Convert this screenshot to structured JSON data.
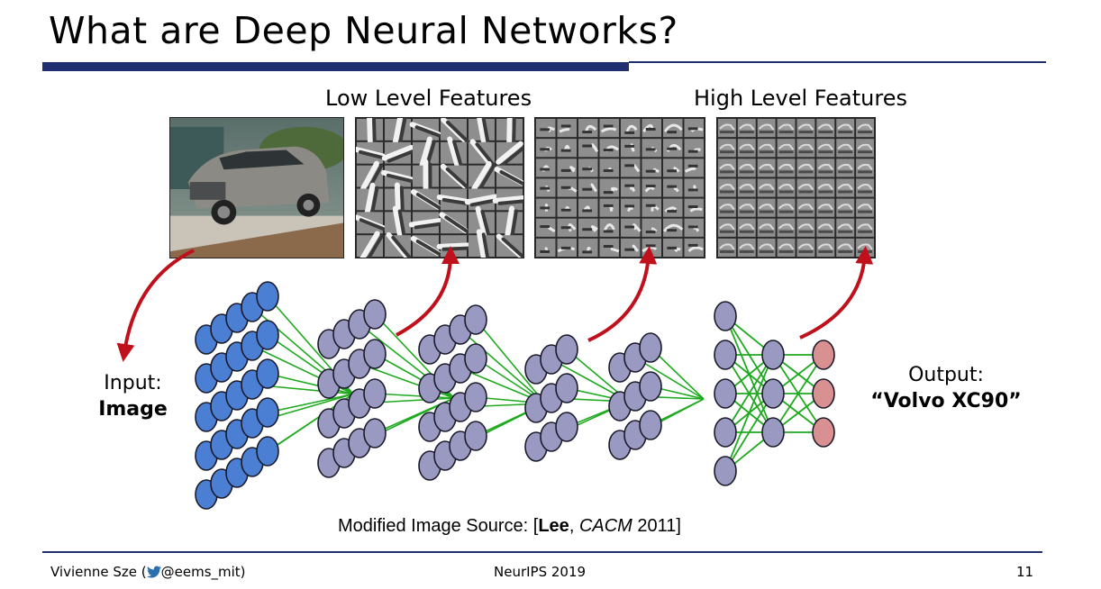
{
  "slide": {
    "title": "What are Deep Neural Networks?",
    "low_label": "Low Level Features",
    "high_label": "High Level Features",
    "input_line1": "Input:",
    "input_line2": "Image",
    "output_line1": "Output:",
    "output_line2": "“Volvo XC90”",
    "source_prefix": "Modified Image Source: [",
    "source_author": "Lee",
    "source_sep": ", ",
    "source_venue": "CACM",
    "source_suffix": " 2011]"
  },
  "footer": {
    "author_prefix": "Vivienne Sze (",
    "handle": "@eems_mit)",
    "event": "NeurIPS 2019",
    "page_number": "11"
  },
  "colors": {
    "accent": "#1f2f70",
    "input_node": "#4a7fd4",
    "hidden_node": "#9a99c2",
    "output_node": "#d99090",
    "edge": "#1faa1f",
    "arrow": "#c0101c"
  },
  "network": {
    "input_layer": {
      "columns": 5,
      "nodes_per_column": 5
    },
    "hidden_layer_1": {
      "columns": 4,
      "nodes_per_column": 4
    },
    "hidden_layer_2": {
      "columns": 4,
      "nodes_per_column": 4
    },
    "hidden_layer_3": {
      "columns": 3,
      "nodes_per_column": 3
    },
    "hidden_layer_4": {
      "columns": 3,
      "nodes_per_column": 3
    },
    "dense_layer_1": {
      "nodes": 5
    },
    "dense_layer_2": {
      "nodes": 3
    },
    "output_layer": {
      "nodes": 3
    }
  },
  "icons": [
    "twitter-bird-icon",
    "curved-arrow-icon"
  ]
}
